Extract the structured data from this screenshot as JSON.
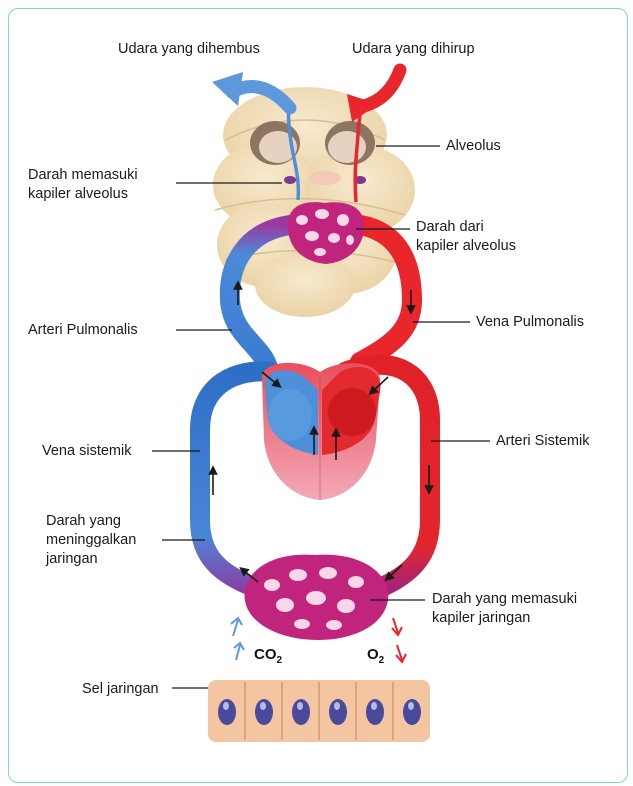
{
  "labels": {
    "exhaled_air": "Udara yang dihembus",
    "inhaled_air": "Udara yang dihirup",
    "alveolus": "Alveolus",
    "blood_entering_alveolar_capillary": "Darah memasuki\nkapiler alveolus",
    "blood_from_alveolar_capillary": "Darah dari\nkapiler alveolus",
    "pulmonary_artery": "Arteri Pulmonalis",
    "pulmonary_vein": "Vena Pulmonalis",
    "systemic_vein": "Vena sistemik",
    "systemic_artery": "Arteri Sistemik",
    "blood_leaving_tissue": "Darah yang\nmeninggalkan\njaringan",
    "blood_entering_tissue_capillary": "Darah yang memasuki\nkapiler jaringan",
    "tissue_cells": "Sel jaringan",
    "co2_base": "CO",
    "co2_sub": "2",
    "o2_base": "O",
    "o2_sub": "2"
  },
  "colors": {
    "deoxygenated": "#3f7ed0",
    "oxygenated": "#e8262c",
    "capillary": "#c1247d",
    "lung_tissue": "#f3e1bd",
    "heart": "#f2a6a9",
    "cell": "#f3c6a1",
    "nucleus": "#4a4a9c"
  }
}
